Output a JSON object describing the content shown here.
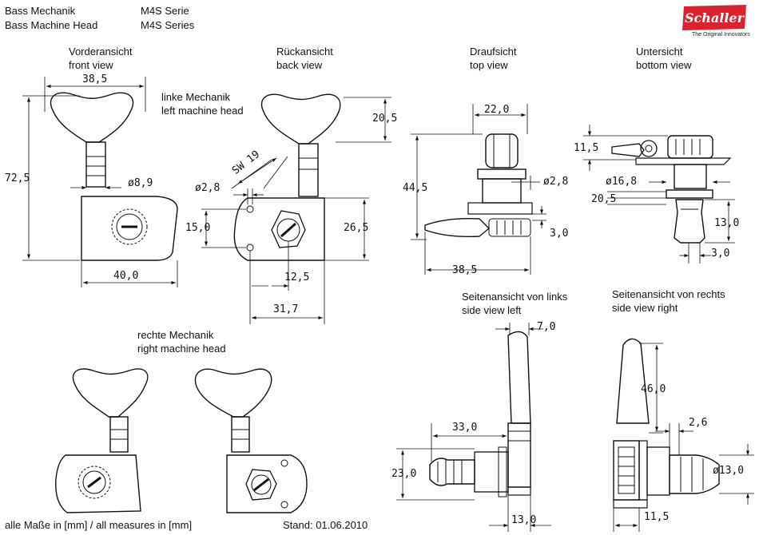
{
  "header": {
    "title_de": "Bass Mechanik",
    "title_en": "Bass Machine Head",
    "series_de": "M4S Serie",
    "series_en": "M4S Series"
  },
  "brand": {
    "logo_text": "Schaller",
    "tagline": "The Original Innovators",
    "color": "#d9232e"
  },
  "views": {
    "front": {
      "de": "Vorderansicht",
      "en": "front view"
    },
    "back": {
      "de": "Rückansicht",
      "en": "back view"
    },
    "top": {
      "de": "Draufsicht",
      "en": "top view"
    },
    "bottom": {
      "de": "Untersicht",
      "en": "bottom view"
    },
    "left_head": {
      "de": "linke Mechanik",
      "en": "left machine head"
    },
    "right_head": {
      "de": "rechte Mechanik",
      "en": "right machine head"
    },
    "side_left": {
      "de": "Seitenansicht von links",
      "en": "side view left"
    },
    "side_right": {
      "de": "Seitenansicht von rechts",
      "en": "side view right"
    }
  },
  "dimensions": {
    "front_width": "38,5",
    "front_height": "72,5",
    "front_shaft": "ø8,9",
    "front_base": "40,0",
    "back_key": "20,5",
    "back_hole": "ø2,8",
    "back_sw": "SW 19",
    "back_left": "15,0",
    "back_right": "26,5",
    "back_center": "12,5",
    "back_total": "31,7",
    "top_width": "22,0",
    "top_height": "44,5",
    "top_hole": "ø2,8",
    "top_flange": "3,0",
    "top_length": "38,5",
    "bottom_key": "11,5",
    "bottom_dia": "ø16,8",
    "bottom_flange": "20,5",
    "bottom_post": "13,0",
    "bottom_small": "3,0",
    "sideL_key": "7,0",
    "sideL_post": "33,0",
    "sideL_height": "23,0",
    "sideL_base": "13,0",
    "sideR_key": "46,0",
    "sideR_gap": "2,6",
    "sideR_dia": "ø13,0",
    "sideR_base": "11,5"
  },
  "footer": {
    "note": "alle Maße in [mm] / all measures in [mm]",
    "date": "Stand: 01.06.2010"
  }
}
